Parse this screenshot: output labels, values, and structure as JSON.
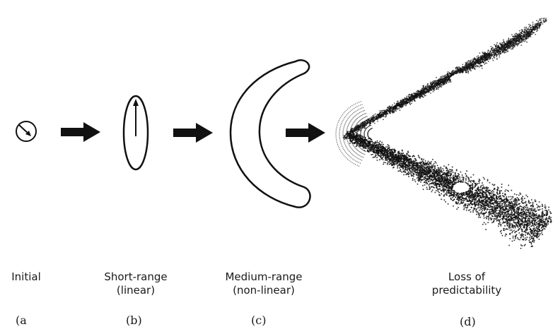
{
  "stages": [
    {
      "label": "Initial",
      "tag": "(a"
    },
    {
      "label_line1": "Short-range",
      "label_line2": "(linear)",
      "tag": "(b)"
    },
    {
      "label_line1": "Medium-range",
      "label_line2": "(non-linear)",
      "tag": "(c)"
    },
    {
      "label_line1": "Loss of",
      "label_line2": "predictability",
      "tag": "(d)"
    }
  ],
  "colors": {
    "ink": "#111111",
    "background": "#ffffff"
  }
}
